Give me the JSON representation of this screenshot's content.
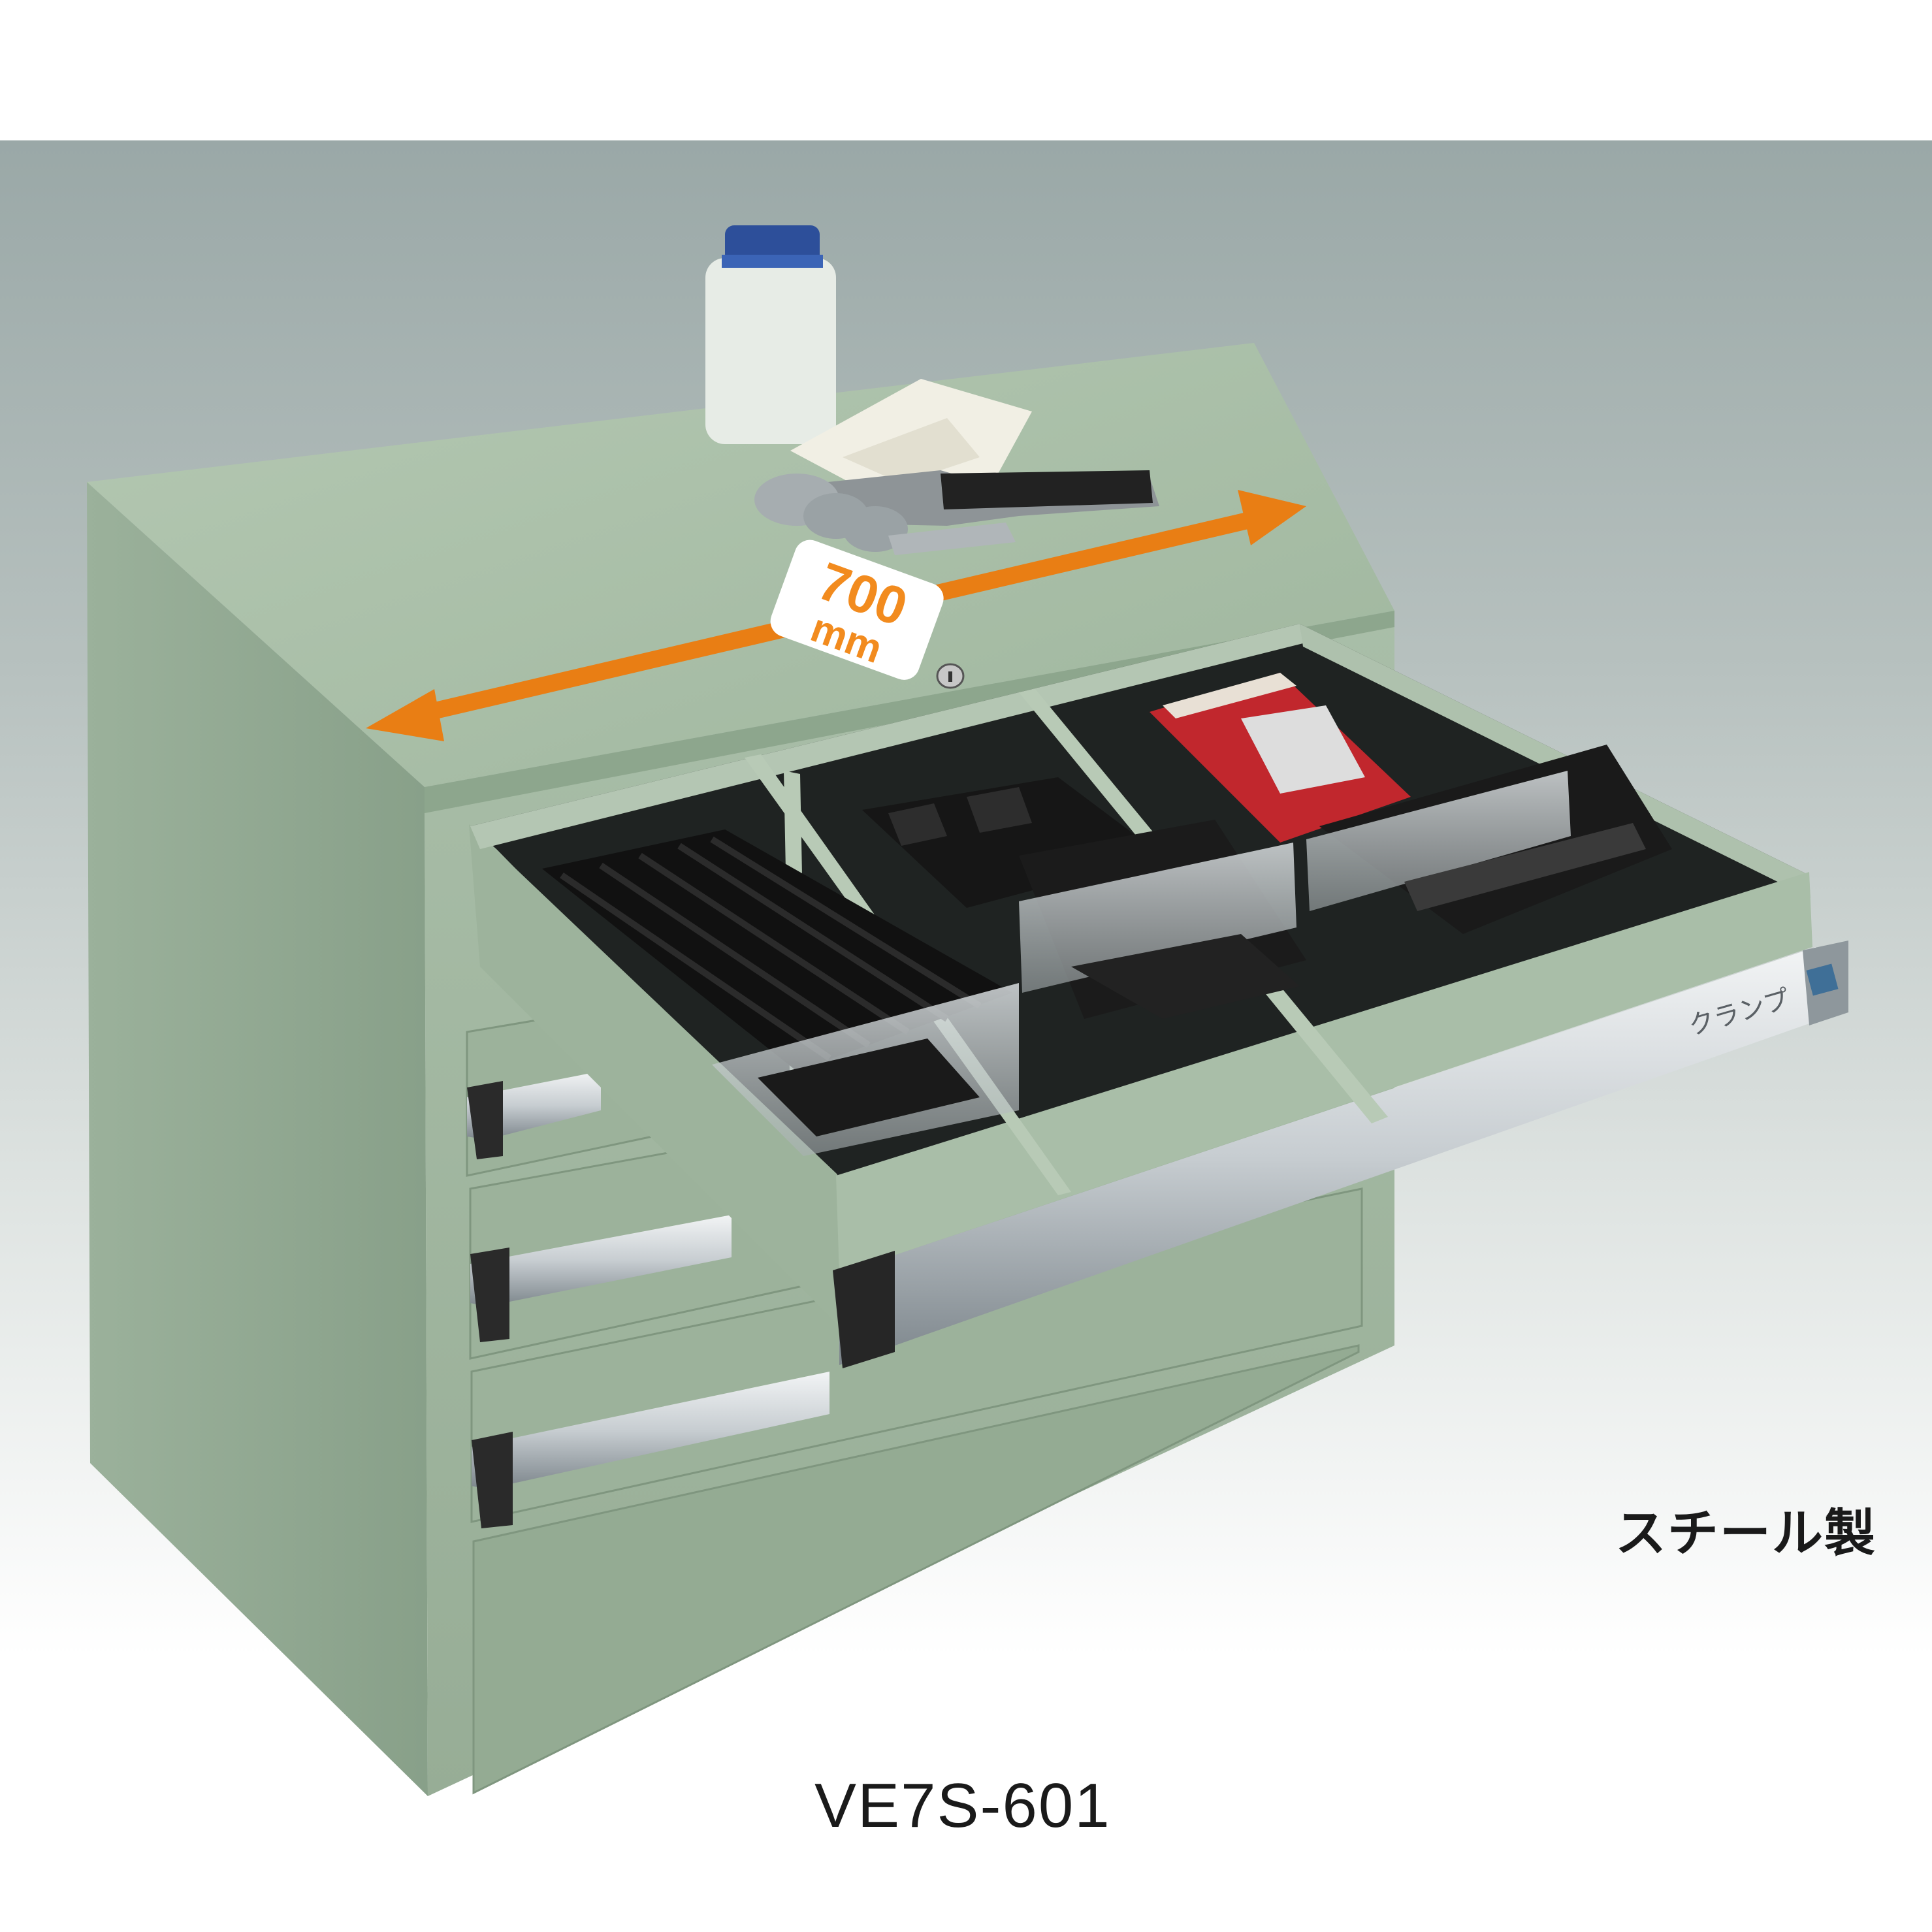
{
  "product": {
    "model": "VE7S-601",
    "material": "スチール製",
    "width_value": "700",
    "width_unit": "mm",
    "drawer_label": "クランプ"
  },
  "colors": {
    "cabinet": "#a3bba3",
    "cabinet_side": "#8fa891",
    "backdrop": "#9aa8a7",
    "dimension_arrow": "#e97e14",
    "handle": "#c8cdd0",
    "parts": "#1c1c1c"
  },
  "icons": {
    "dimension": "double-arrow-icon",
    "lock": "keyhole-icon"
  }
}
